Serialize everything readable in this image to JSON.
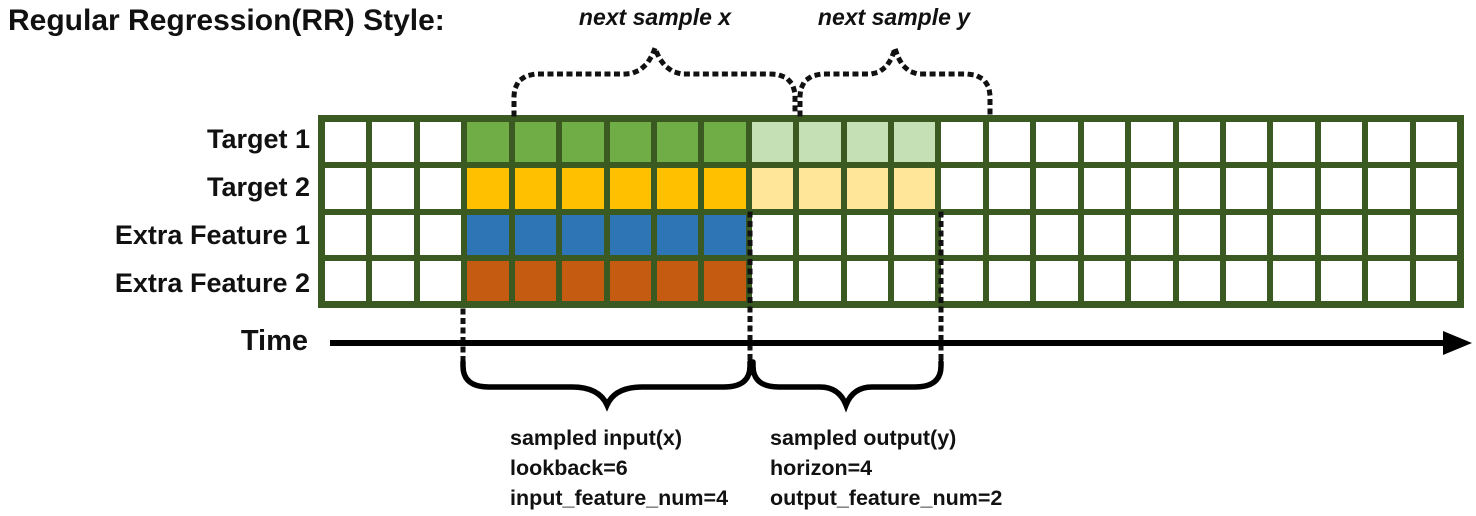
{
  "title": "Regular Regression(RR) Style:",
  "annotations": {
    "next_sample_x": "next sample x",
    "next_sample_y": "next sample y"
  },
  "rows": [
    {
      "label": "Target 1",
      "input_color": "#70AD47",
      "output_color": "#C5E0B4"
    },
    {
      "label": "Target 2",
      "input_color": "#FFC000",
      "output_color": "#FFE699"
    },
    {
      "label": "Extra Feature 1",
      "input_color": "#2E75B6",
      "output_color": null
    },
    {
      "label": "Extra Feature 2",
      "input_color": "#C55A11",
      "output_color": null
    }
  ],
  "grid": {
    "total_columns": 24,
    "empty_lead_columns": 3,
    "lookback": 6,
    "horizon": 4,
    "line_color": "#3B5A22",
    "cell_color": "#FFFFFF"
  },
  "time_axis": {
    "label": "Time"
  },
  "input_annotation": {
    "lines": [
      "sampled input(x)",
      "lookback=6",
      "input_feature_num=4"
    ]
  },
  "output_annotation": {
    "lines": [
      "sampled output(y)",
      "horizon=4",
      "output_feature_num=2"
    ]
  }
}
